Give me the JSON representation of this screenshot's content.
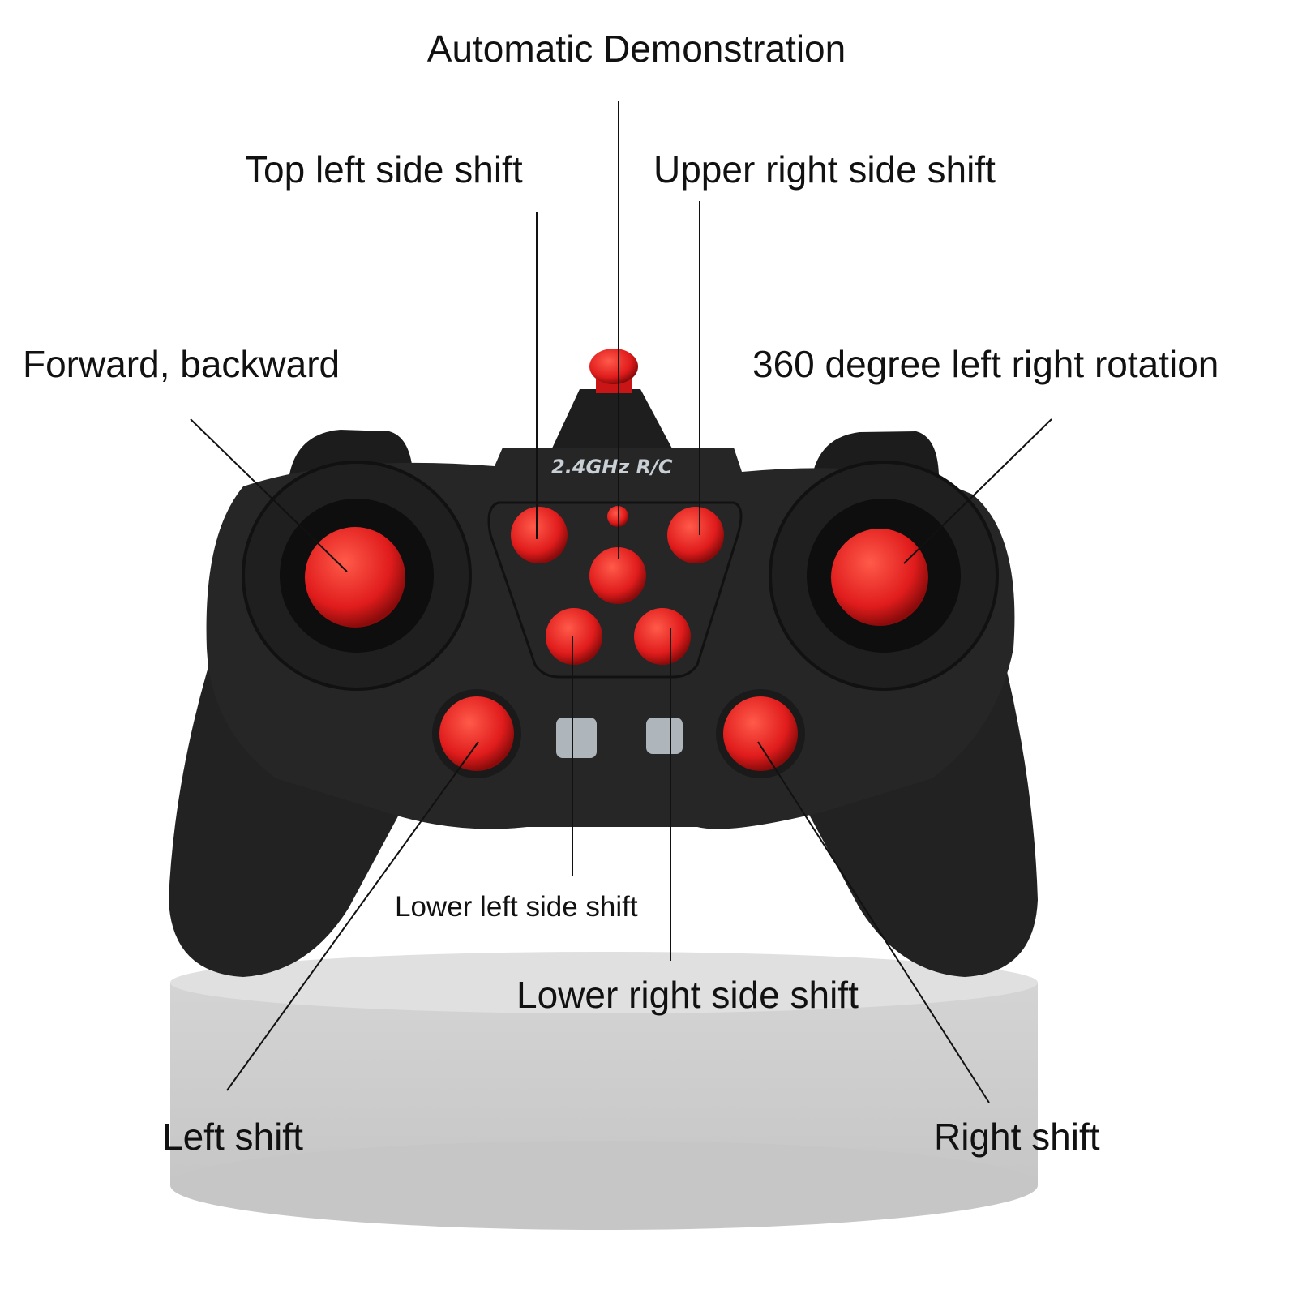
{
  "labels": {
    "automatic_demonstration": "Automatic Demonstration",
    "top_left_side_shift": "Top left side shift",
    "upper_right_side_shift": "Upper right side shift",
    "forward_backward": "Forward, backward",
    "rotation": "360 degree left right rotation",
    "lower_left_side_shift": "Lower left side shift",
    "lower_right_side_shift": "Lower right side shift",
    "left_shift": "Left shift",
    "right_shift": "Right shift"
  },
  "controller": {
    "brand_text": "2.4GHz  R/C",
    "body_color": "#262626",
    "button_color": "#e02020"
  }
}
